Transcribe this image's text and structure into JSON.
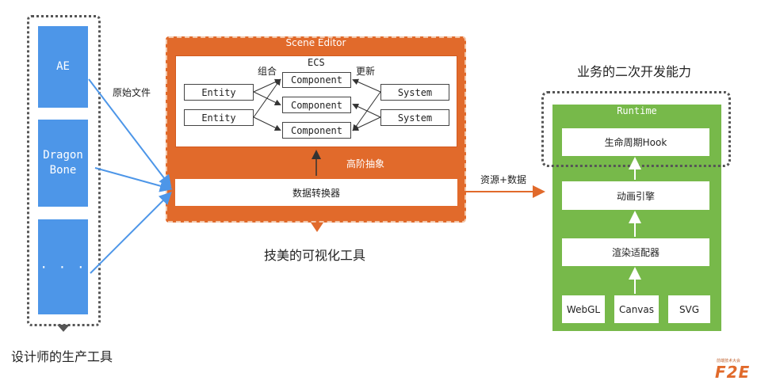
{
  "tools": {
    "items": [
      {
        "label": "AE"
      },
      {
        "label": "Dragon Bone"
      },
      {
        "label": "· · ·"
      }
    ],
    "caption": "设计师的生产工具",
    "arrow_label": "原始文件"
  },
  "editor": {
    "title": "Scene Editor",
    "ecs_label": "ECS",
    "combine_label": "组合",
    "update_label": "更新",
    "entities": [
      "Entity",
      "Entity"
    ],
    "components": [
      "Component",
      "Component",
      "Component"
    ],
    "systems": [
      "System",
      "System"
    ],
    "abstraction_label": "高阶抽象",
    "converter_label": "数据转换器",
    "caption": "技美的可视化工具"
  },
  "flow_label": "资源+数据",
  "runtime": {
    "title": "Runtime",
    "top_caption": "业务的二次开发能力",
    "lifecycle": "生命周期Hook",
    "animation_engine": "动画引擎",
    "render_adapter": "渲染适配器",
    "renderers": [
      "WebGL",
      "Canvas",
      "SVG"
    ]
  },
  "logo": {
    "text": "F2E",
    "subtext": "前端技术大会"
  },
  "colors": {
    "blue": "#4d96e8",
    "orange": "#e16a2b",
    "green": "#77b94a"
  }
}
